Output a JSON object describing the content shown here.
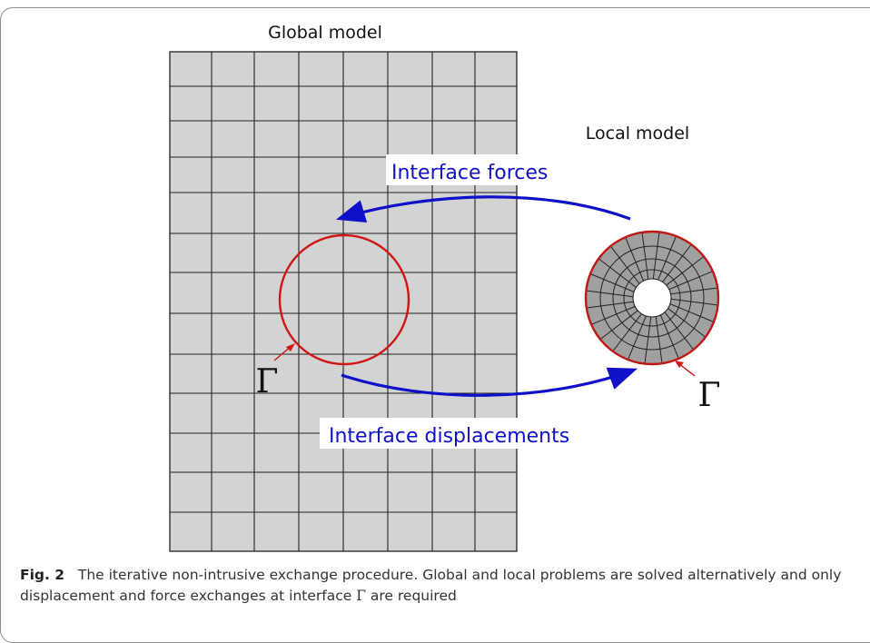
{
  "figure": {
    "global_label": "Global model",
    "local_label": "Local model",
    "forces_label": "Interface forces",
    "displacements_label": "Interface displacements",
    "gamma_symbol": "Γ",
    "colors": {
      "mesh_fill": "#d3d3d3",
      "local_fill": "#a0a0a0",
      "interface": "#d01515",
      "arrow": "#1010c8"
    }
  },
  "caption": {
    "label": "Fig. 2",
    "text_before": "The iterative non-intrusive exchange procedure. Global and local problems are solved alternatively and only displacement and force exchanges at interface ",
    "gamma": "Γ",
    "text_after": " are required"
  }
}
